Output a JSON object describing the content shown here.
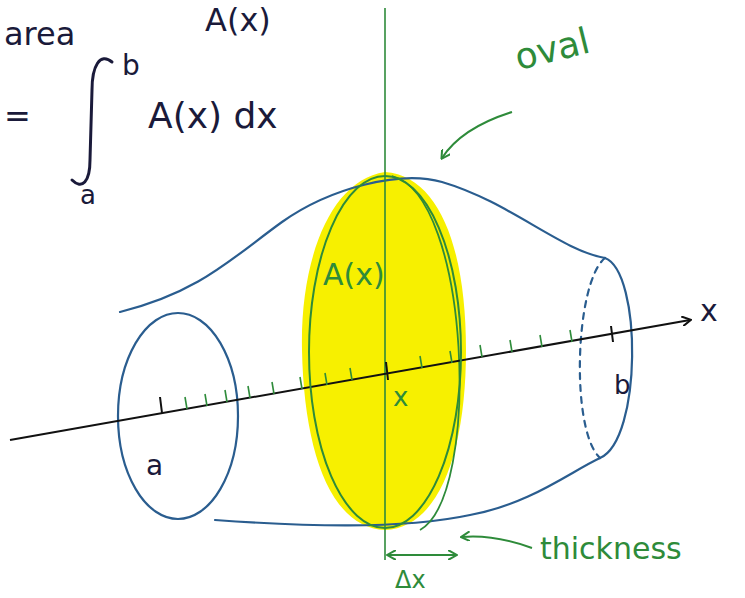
{
  "diagram": {
    "nodes": [
      {
        "text": [
          "A(x)",
          "x"
        ]
      }
    ],
    "labels": [
      "area",
      "A(x)",
      "=",
      "b",
      "a",
      "A(x) dx",
      "oval",
      "x",
      "a",
      "b",
      "thickness",
      "Δx"
    ]
  }
}
